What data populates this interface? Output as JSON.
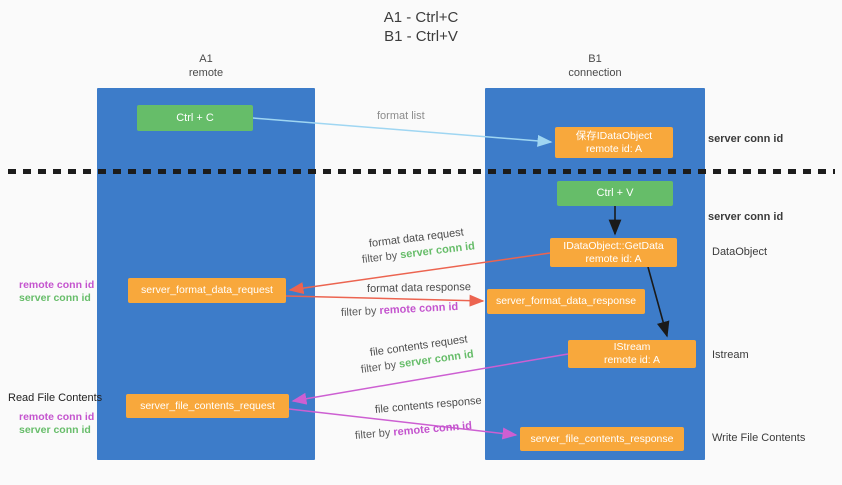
{
  "title": {
    "line1": "A1 - Ctrl+C",
    "line2": "B1 - Ctrl+V"
  },
  "lanes": {
    "left": {
      "name": "A1",
      "sub": "remote"
    },
    "right": {
      "name": "B1",
      "sub": "connection"
    }
  },
  "nodes": {
    "ctrl_c": {
      "label": "Ctrl + C"
    },
    "ctrl_v": {
      "label": "Ctrl + V"
    },
    "save_dataobject": {
      "line1": "保存IDataObject",
      "line2": "remote id: A"
    },
    "getdata": {
      "line1": "IDataObject::GetData",
      "line2": "remote id: A"
    },
    "istream": {
      "line1": "IStream",
      "line2": "remote id: A"
    },
    "format_request": {
      "label": "server_format_data_request"
    },
    "format_response": {
      "label": "server_format_data_response"
    },
    "file_request": {
      "label": "server_file_contents_request"
    },
    "file_response": {
      "label": "server_file_contents_response"
    }
  },
  "annotations": {
    "server_conn_id_top": "server conn id",
    "server_conn_id_mid": "server conn id",
    "dataobject": "DataObject",
    "istream": "Istream",
    "read_file_contents": "Read File Contents",
    "write_file_contents": "Write File Contents",
    "left_format": {
      "remote": "remote conn id",
      "server": "server conn id"
    },
    "left_file": {
      "remote": "remote conn id",
      "server": "server conn id"
    }
  },
  "edges": {
    "format_list": {
      "label": "format list"
    },
    "format_request": {
      "label": "format data request",
      "filter_prefix": "filter by ",
      "filter_key": "server conn id"
    },
    "format_response": {
      "label": "format data response",
      "filter_prefix": "filter by ",
      "filter_key": "remote conn id"
    },
    "file_request": {
      "label": "file contents request",
      "filter_prefix": "filter by ",
      "filter_key": "server conn id"
    },
    "file_response": {
      "label": "file contents response",
      "filter_prefix": "filter by ",
      "filter_key": "remote conn id"
    }
  },
  "colors": {
    "lane_blue": "#3d7cc9",
    "node_green": "#66bd69",
    "node_orange": "#f8a83c",
    "arrow_blue": "#9fd6f2",
    "arrow_black": "#1a1a1a",
    "arrow_red": "#ec6450",
    "arrow_magenta": "#cd5fd2",
    "green_text": "#67bd6a",
    "magenta_text": "#c454ce"
  }
}
